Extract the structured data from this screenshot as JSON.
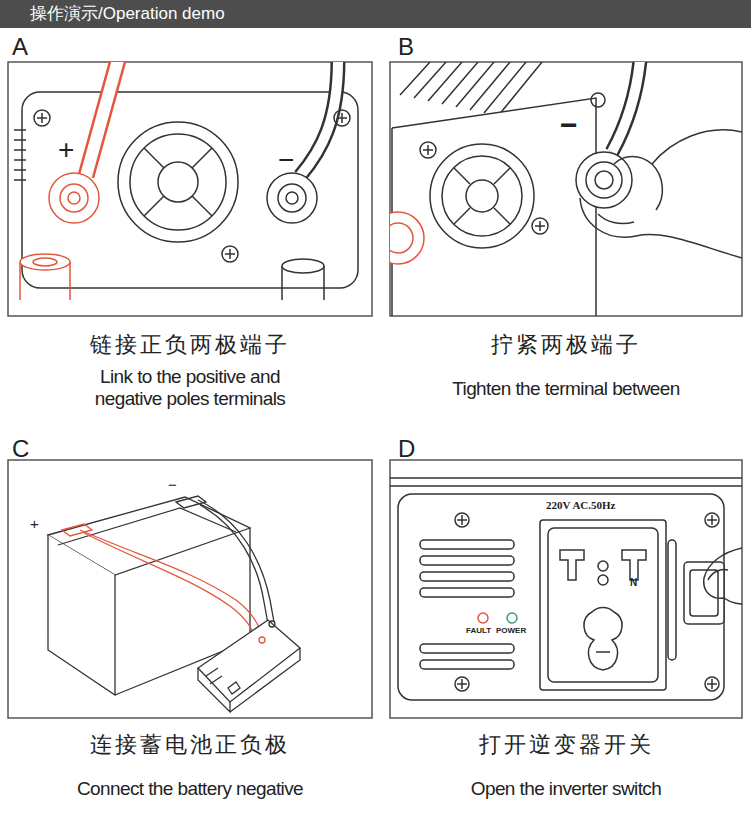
{
  "diagram": {
    "title": "操作演示/Operation demo",
    "nodes": [
      {
        "text": [
          "A",
          "链接正负两极端子",
          "Link to the positive and negative poles terminals"
        ]
      },
      {
        "text": [
          "B",
          "拧紧两极端子",
          "Tighten the terminal between"
        ]
      },
      {
        "text": [
          "C",
          "连接蓄电池正负极",
          "Connect the battery negative"
        ]
      },
      {
        "text": [
          "D",
          "打开逆变器开关",
          "Open the inverter switch"
        ]
      }
    ],
    "labels": [
      "+",
      "−",
      "−",
      "+",
      "−",
      "220V AC.50Hz",
      "N",
      "FAULT",
      "POWER"
    ]
  }
}
